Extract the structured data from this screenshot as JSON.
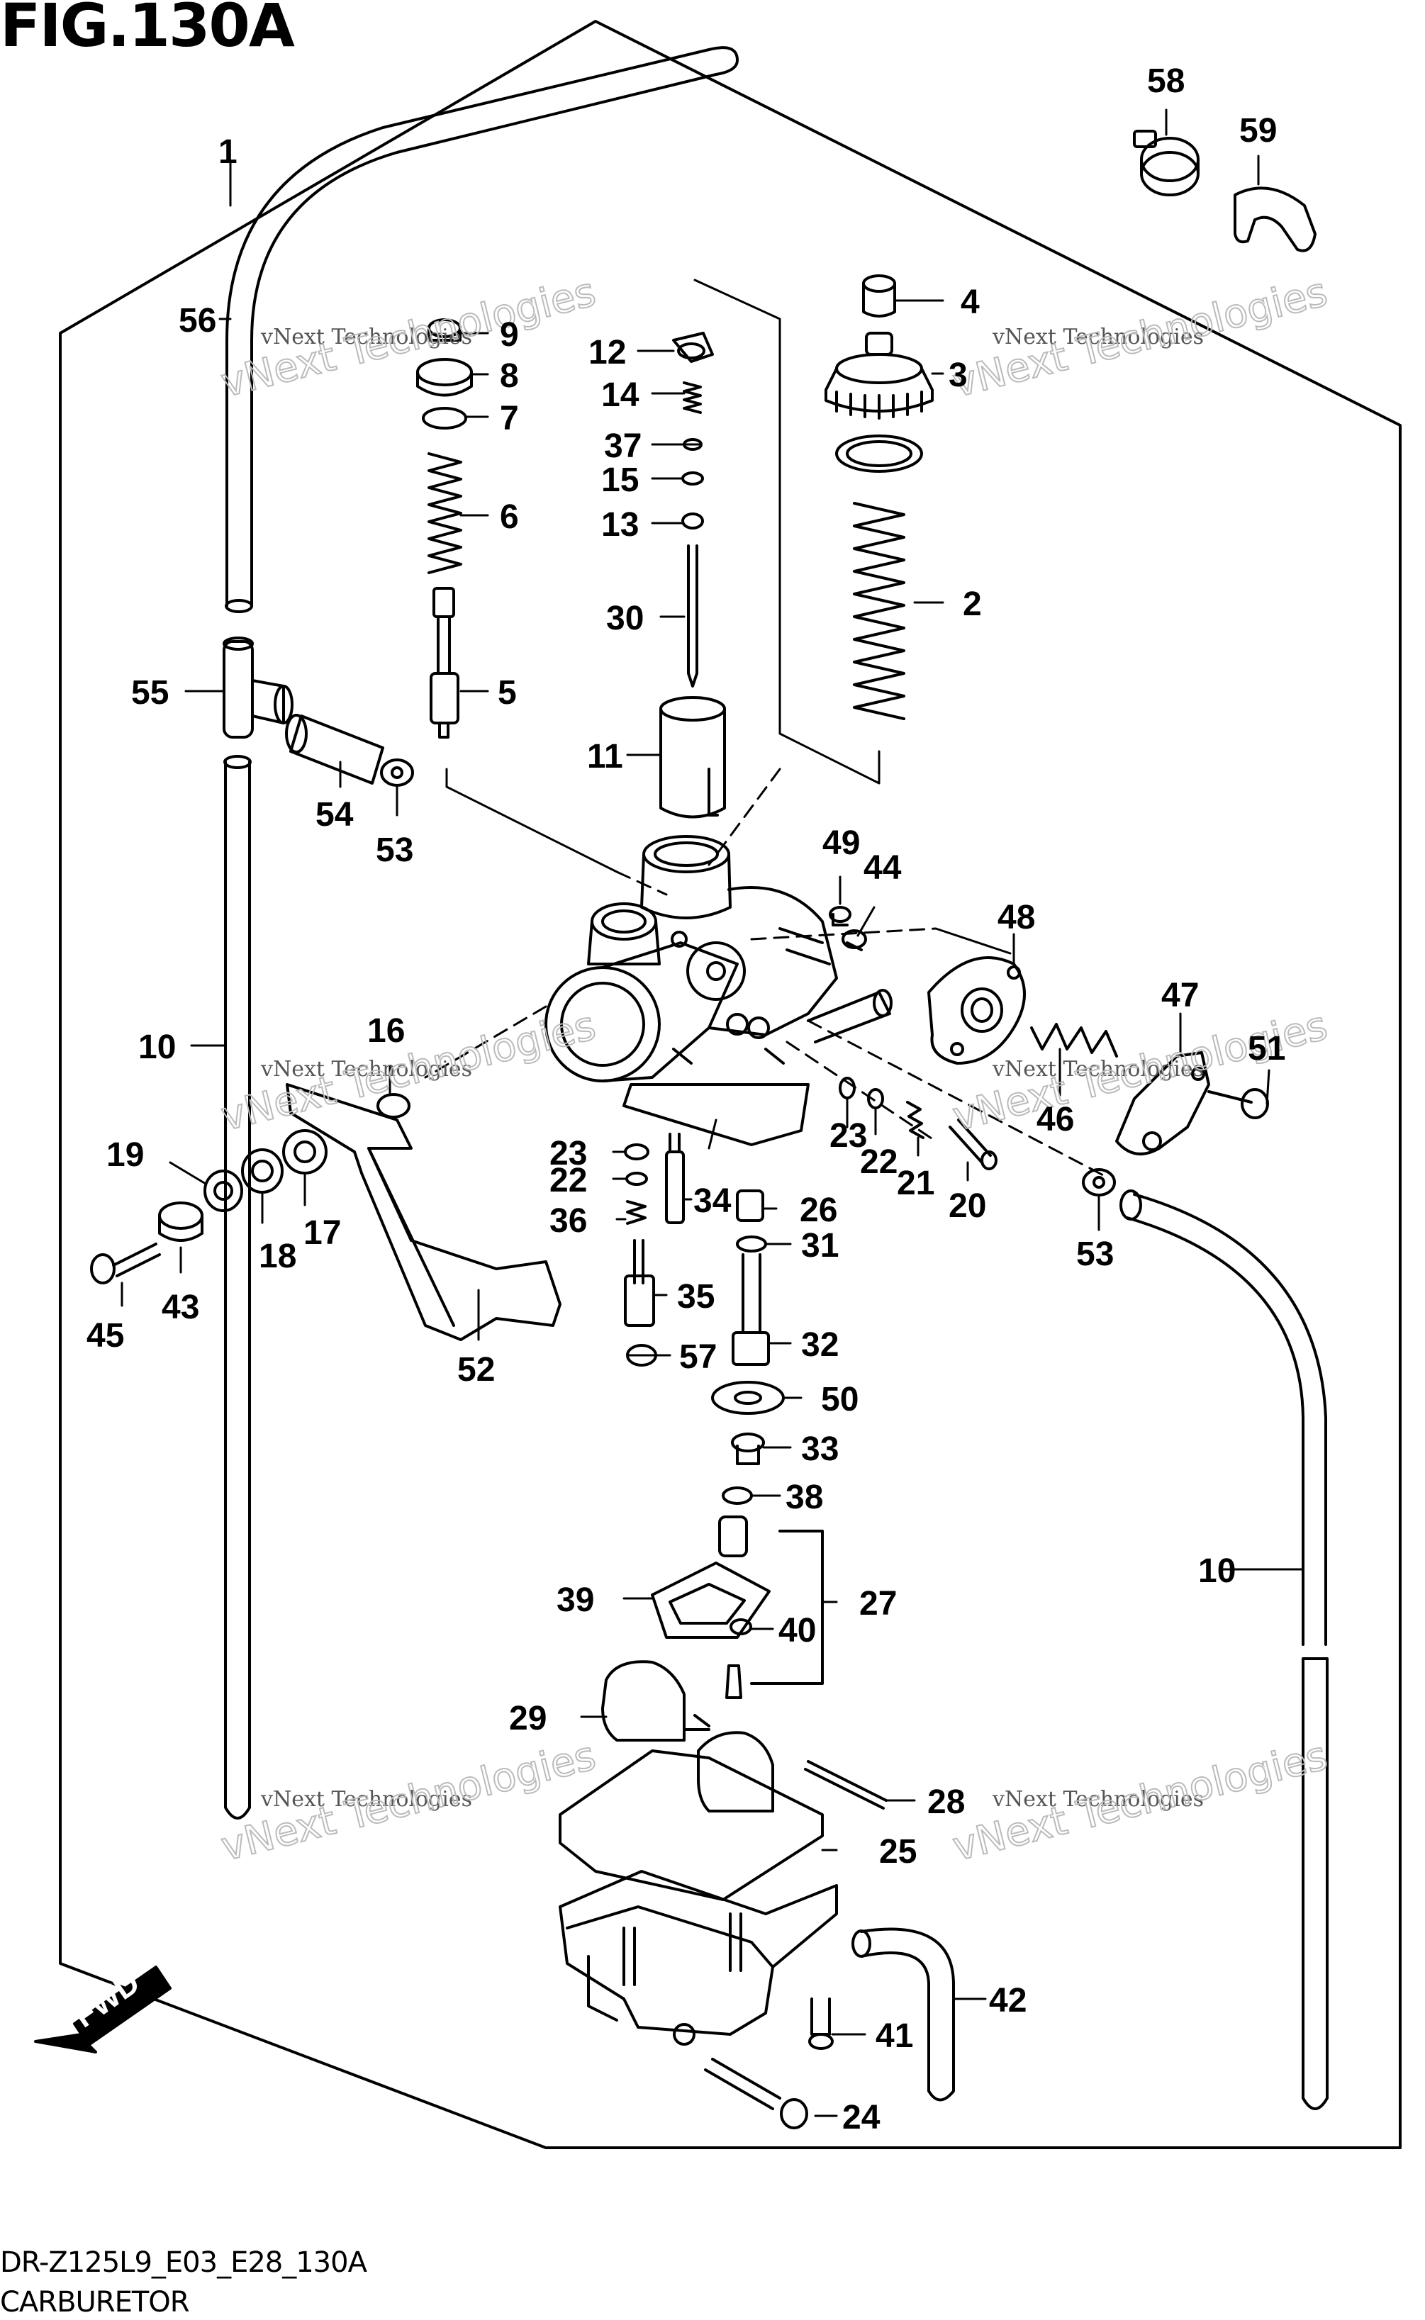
{
  "figure": {
    "title": "FIG.130A",
    "code": "DR-Z125L9_E03_E28_130A",
    "name": "CARBURETOR",
    "fwd_label": "FWD"
  },
  "watermark": {
    "line1": "vNext Technologies",
    "line2": "vNext Technologies"
  },
  "callouts": [
    "1",
    "2",
    "3",
    "4",
    "5",
    "6",
    "7",
    "8",
    "9",
    "10",
    "10",
    "11",
    "12",
    "13",
    "14",
    "15",
    "16",
    "17",
    "18",
    "19",
    "20",
    "21",
    "22",
    "22",
    "23",
    "23",
    "24",
    "25",
    "26",
    "27",
    "28",
    "29",
    "30",
    "31",
    "32",
    "33",
    "34",
    "35",
    "36",
    "37",
    "38",
    "39",
    "40",
    "41",
    "42",
    "43",
    "44",
    "45",
    "46",
    "47",
    "48",
    "49",
    "50",
    "51",
    "52",
    "53",
    "53",
    "54",
    "55",
    "56",
    "57",
    "58",
    "59"
  ]
}
